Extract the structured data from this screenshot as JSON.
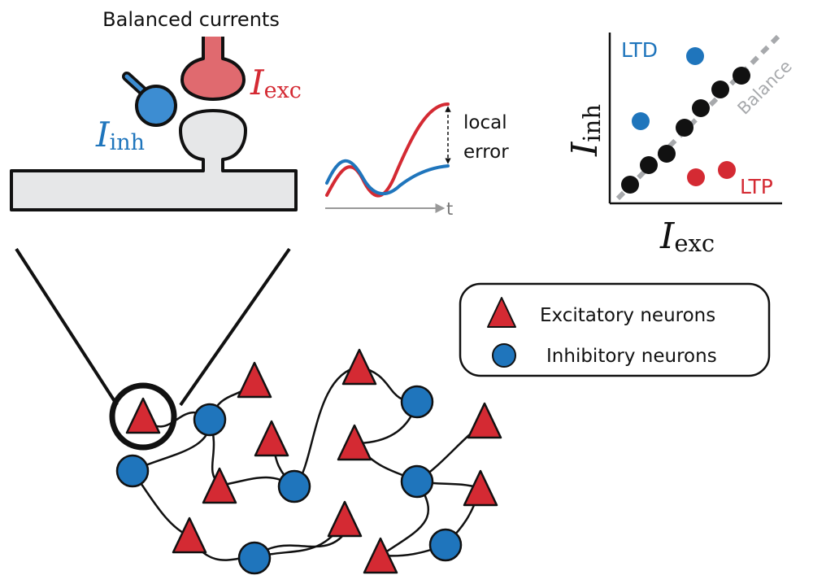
{
  "colors": {
    "excitatory": "#d42a33",
    "inhibitory": "#1f75bc",
    "stroke": "#111111",
    "dendrite_fill": "#e6e7e8",
    "balance_line": "#a7a9ac",
    "axis": "#999999",
    "exc_terminal": "#e06a6f",
    "inh_terminal": "#3d8dd2"
  },
  "synapse": {
    "title": "Balanced currents",
    "exc_label_base": "I",
    "exc_label_sub": "exc",
    "inh_label_base": "I",
    "inh_label_sub": "inh"
  },
  "trace": {
    "error_label_line1": "local",
    "error_label_line2": "error",
    "time_label": "t"
  },
  "scatter": {
    "xlabel_base": "I",
    "xlabel_sub": "exc",
    "ylabel_base": "I",
    "ylabel_sub": "inh",
    "ltd_label": "LTD",
    "ltp_label": "LTP",
    "balance_label": "Balance"
  },
  "legend": {
    "excitatory_label": "Excitatory neurons",
    "inhibitory_label": "Inhibitory neurons"
  }
}
